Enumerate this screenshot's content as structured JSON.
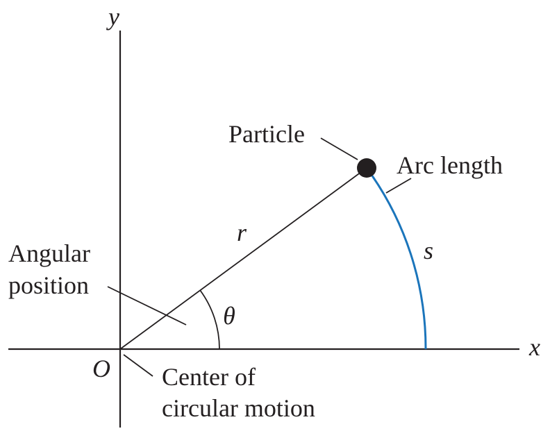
{
  "axes": {
    "x_label": "x",
    "y_label": "y",
    "origin_label": "O"
  },
  "labels": {
    "particle": "Particle",
    "arc_length": "Arc length",
    "angular_position_line1": "Angular",
    "angular_position_line2": "position",
    "center_line1": "Center of",
    "center_line2": "circular motion"
  },
  "symbols": {
    "radius": "r",
    "arc": "s",
    "angle": "θ"
  },
  "colors": {
    "arc": "#1b75bb",
    "ink": "#231f20"
  }
}
